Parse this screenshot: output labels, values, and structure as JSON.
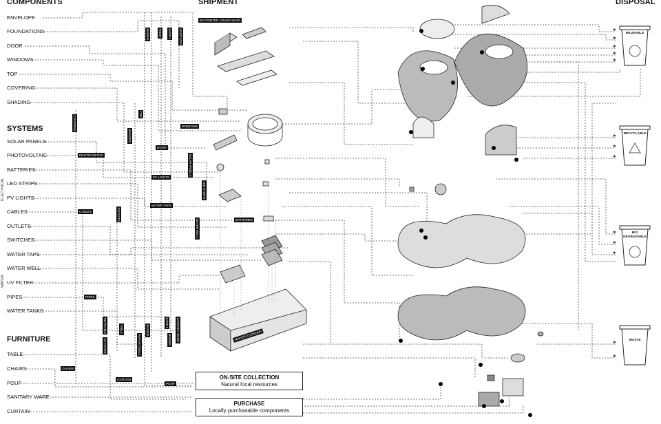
{
  "headers": {
    "components": "COMPONENTS",
    "shipment": "SHIPMENT",
    "disposal": "DISPOSAL"
  },
  "components": [
    "ENVELOPE",
    "FOUNDATIONS",
    "DOOR",
    "WINDOWS",
    "TOP",
    "COVERING",
    "SHADING"
  ],
  "systems_title": "SYSTEMS",
  "systems": [
    "SOLAR PANELS",
    "PHOTOVOLTAIC",
    "BATTERIES",
    "LED STRIPS",
    "PV LIGHTS",
    "CABLES",
    "OUTLETS",
    "SWITCHES",
    "WATER TAPS",
    "WATER WELL",
    "UV FILTER",
    "PIPES",
    "WATER TANKS"
  ],
  "side_labels": {
    "electrical": "ELECTRICAL",
    "water": "WATER"
  },
  "furniture_title": "FURNITURE",
  "furniture": [
    "TABLE",
    "CHAIRS",
    "POUF",
    "SANITARY WARE",
    "CURTAIN"
  ],
  "tags": {
    "printer": "3D PRINTER CRANE WASP",
    "windows": "WINDOWS",
    "door": "DOOR",
    "photovoltaic": "PHOTOVOLTAIC",
    "pv_lights": "PV LIGHTS",
    "water_taps": "WATER TAPS",
    "cables": "CABLES",
    "batteries": "BATTERIES",
    "pipes": "PIPES",
    "chairs": "CHAIRS",
    "curtain": "CURTAIN",
    "pouf": "POUF",
    "container": "MAKER ECONOMY"
  },
  "vtags": {
    "binder": "BINDER",
    "fiber": "FIBER",
    "earth": "EARTH",
    "additives": "ADDITIVES",
    "covering": "COVERING",
    "top": "TOP",
    "shading": "SHADING",
    "solar_panels": "SOLAR PANELS",
    "led_strips": "LED STRIPS",
    "outlets": "OUTLETS",
    "water_well": "WATER WELL",
    "switches": "SWITCHES",
    "table": "TABLE",
    "uv_filter": "UV FILTER",
    "binder2": "BINDER",
    "water_tanks": "WATER TANKS",
    "earth2": "EARTH",
    "binder3": "BINDER",
    "sanitary": "SANITARY WARE"
  },
  "boxes": {
    "onsite": {
      "title": "ON-SITE COLLECTION",
      "sub": "Natural local resources"
    },
    "purchase": {
      "title": "PURCHASE",
      "sub": "Locally purchasable components"
    }
  },
  "bins": {
    "reusable": "REUSABLE",
    "recyclable": "RECYCLABLE",
    "bio": "BIO\nDEGRADABLE",
    "waste": "WASTE"
  }
}
